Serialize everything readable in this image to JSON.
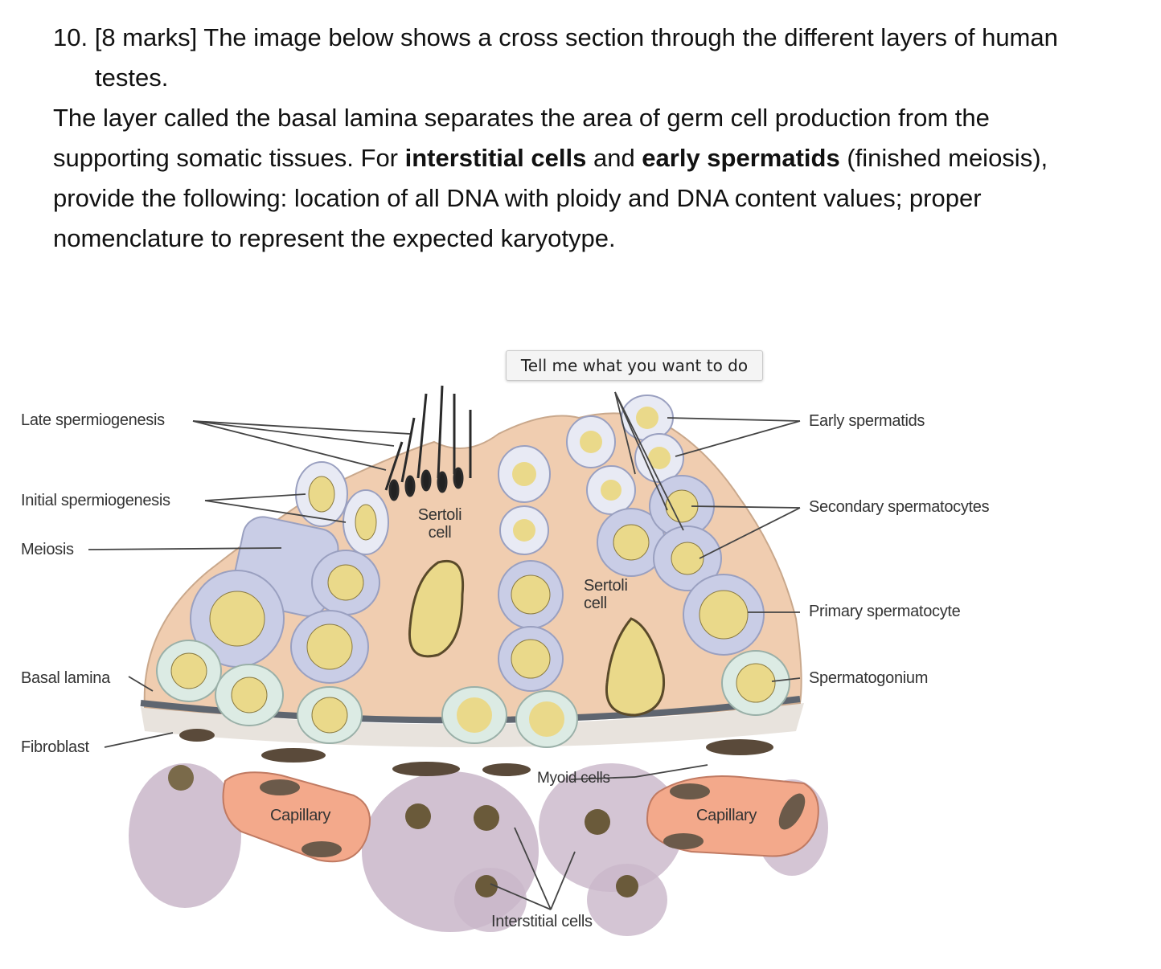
{
  "question": {
    "number": "10.",
    "line1": "[8 marks] The image below shows a cross section through the different layers of human",
    "line2": "testes.",
    "line3": "The layer called the basal lamina separates the area of germ cell production from the",
    "line4_a": "supporting somatic tissues. For ",
    "line4_b": "interstitial cells",
    "line4_c": " and ",
    "line4_d": "early spermatids",
    "line4_e": " (finished meiosis),",
    "line5": "provide the following: location of all DNA with ploidy and DNA content values; proper",
    "line6": "nomenclature to represent the expected karyotype."
  },
  "figure": {
    "left_labels": {
      "late": "Late spermiogenesis",
      "initial": "Initial spermiogenesis",
      "meiosis": "Meiosis",
      "basal": "Basal lamina",
      "fibroblast": "Fibroblast"
    },
    "right_labels": {
      "early": "Early spermatids",
      "secondary": "Secondary spermatocytes",
      "primary": "Primary spermatocyte",
      "spermatogonium": "Spermatogonium"
    },
    "inner_labels": {
      "sertoli1": "Sertoli cell",
      "sertoli2": "Sertoli cell",
      "myoid": "Myoid cells",
      "capillary1": "Capillary",
      "capillary2": "Capillary",
      "interstitial": "Interstitial cells"
    },
    "colors": {
      "tissue": "#f0cdb0",
      "germ_cell": "#c9cde6",
      "nucleus": "#ead98a",
      "capillary": "#f3a98b",
      "interstitial": "#c9b6c9",
      "basal_lamina": "#5f6670"
    }
  },
  "tooltip": {
    "text": "Tell me what you want to do"
  }
}
